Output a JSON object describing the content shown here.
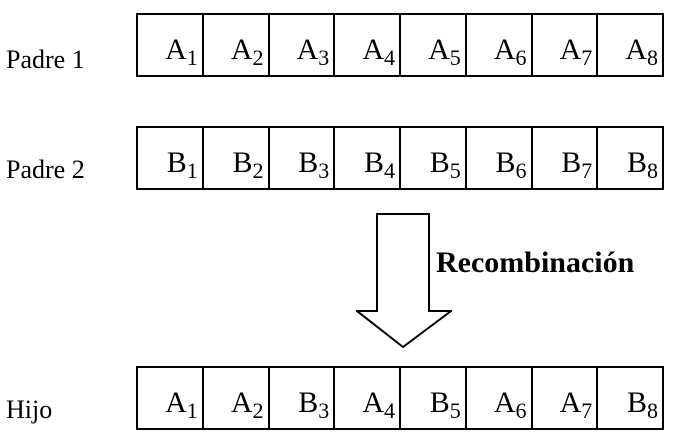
{
  "rows": [
    {
      "label": "Padre 1",
      "genes": [
        {
          "letter": "A",
          "index": "1"
        },
        {
          "letter": "A",
          "index": "2"
        },
        {
          "letter": "A",
          "index": "3"
        },
        {
          "letter": "A",
          "index": "4"
        },
        {
          "letter": "A",
          "index": "5"
        },
        {
          "letter": "A",
          "index": "6"
        },
        {
          "letter": "A",
          "index": "7"
        },
        {
          "letter": "A",
          "index": "8"
        }
      ]
    },
    {
      "label": "Padre 2",
      "genes": [
        {
          "letter": "B",
          "index": "1"
        },
        {
          "letter": "B",
          "index": "2"
        },
        {
          "letter": "B",
          "index": "3"
        },
        {
          "letter": "B",
          "index": "4"
        },
        {
          "letter": "B",
          "index": "5"
        },
        {
          "letter": "B",
          "index": "6"
        },
        {
          "letter": "B",
          "index": "7"
        },
        {
          "letter": "B",
          "index": "8"
        }
      ]
    },
    {
      "label": "Hijo",
      "genes": [
        {
          "letter": "A",
          "index": "1"
        },
        {
          "letter": "A",
          "index": "2"
        },
        {
          "letter": "B",
          "index": "3"
        },
        {
          "letter": "A",
          "index": "4"
        },
        {
          "letter": "B",
          "index": "5"
        },
        {
          "letter": "A",
          "index": "6"
        },
        {
          "letter": "A",
          "index": "7"
        },
        {
          "letter": "B",
          "index": "8"
        }
      ]
    }
  ],
  "operation": {
    "label": "Recombinación",
    "icon": "down-arrow-icon"
  }
}
